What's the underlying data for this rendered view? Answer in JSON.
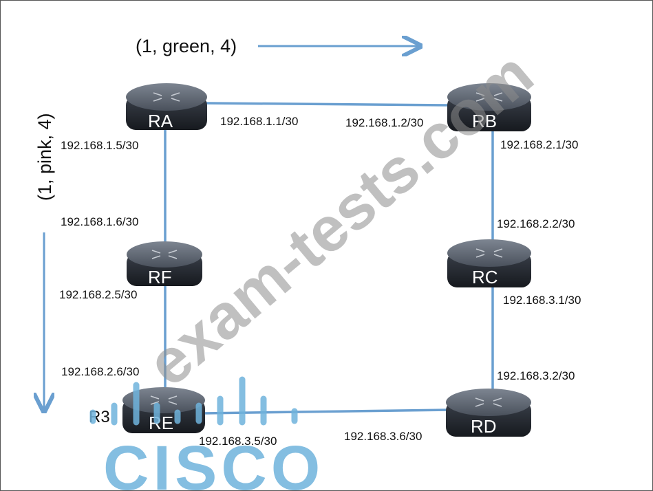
{
  "flows": {
    "top": "(1, green, 4)",
    "left": "(1, pink, 4)"
  },
  "routers": {
    "ra": "RA",
    "rb": "RB",
    "rc": "RC",
    "rd": "RD",
    "re": "RE",
    "rf": "RF"
  },
  "r3_label": "R3",
  "ips": {
    "ra_rb_a": "192.168.1.1/30",
    "ra_rb_b": "192.168.1.2/30",
    "ra_rf_a": "192.168.1.5/30",
    "ra_rf_b": "192.168.1.6/30",
    "rb_rc_a": "192.168.2.1/30",
    "rb_rc_b": "192.168.2.2/30",
    "rf_re_a": "192.168.2.5/30",
    "rf_re_b": "192.168.2.6/30",
    "rc_rd_a": "192.168.3.1/30",
    "rc_rd_b": "192.168.3.2/30",
    "re_rd_a": "192.168.3.5/30",
    "re_rd_b": "192.168.3.6/30"
  },
  "watermark": "exam-tests.com",
  "logo_text": "CISCO",
  "colors": {
    "link": "#6a9fd0",
    "router_body": "#2a2f36",
    "router_top": "#5b6370",
    "logo": "#6fb3dc"
  }
}
